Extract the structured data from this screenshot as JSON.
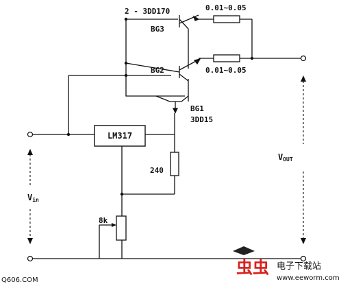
{
  "circuit": {
    "bg3_part": "2 - 3DD170",
    "bg3": "BG3",
    "bg2": "BG2",
    "bg1": "BG1",
    "bg1_part": "3DD15",
    "r_top": "0.01~0.05",
    "r_mid": "0.01~0.05",
    "regulator": "LM317",
    "r240": "240",
    "pot": "8k",
    "vin": "V",
    "vin_sub": "in",
    "vout": "V",
    "vout_sub": "OUT"
  },
  "watermark": {
    "left_text": "Q606.COM",
    "brand_cn": "电子下载站",
    "url": "www.eeworm.com",
    "logo_chars": "虫虫",
    "logo_color": "#d9201c"
  }
}
